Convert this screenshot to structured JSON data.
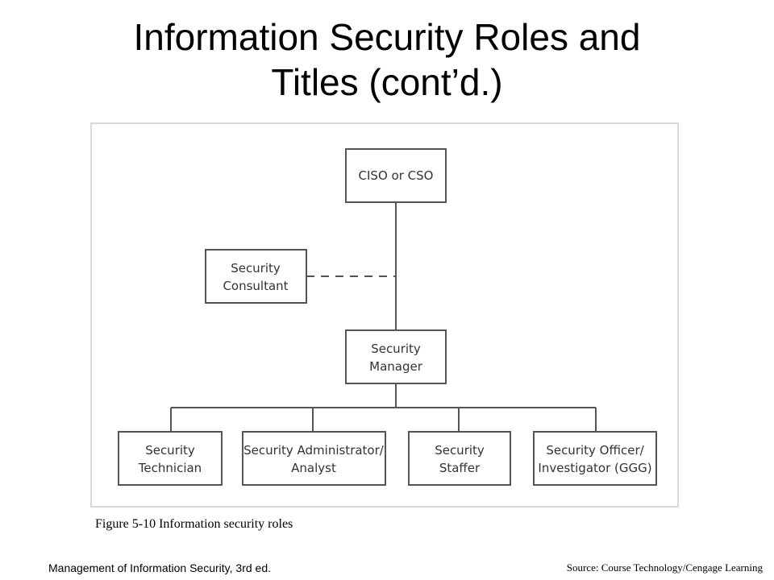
{
  "slide": {
    "title_line1": "Information Security Roles and",
    "title_line2": "Titles (cont’d.)"
  },
  "diagram": {
    "nodes": {
      "ciso": [
        "CISO or CSO"
      ],
      "consultant": [
        "Security",
        "Consultant"
      ],
      "manager": [
        "Security",
        "Manager"
      ],
      "technician": [
        "Security",
        "Technician"
      ],
      "administrator": [
        "Security Administrator/",
        "Analyst"
      ],
      "staffer": [
        "Security",
        "Staffer"
      ],
      "officer": [
        "Security Officer/",
        "Investigator (GGG)"
      ]
    }
  },
  "figure_caption": "Figure 5-10 Information security roles",
  "footer": {
    "left": "Management of Information Security, 3rd ed.",
    "right": "Source: Course Technology/Cengage Learning"
  }
}
